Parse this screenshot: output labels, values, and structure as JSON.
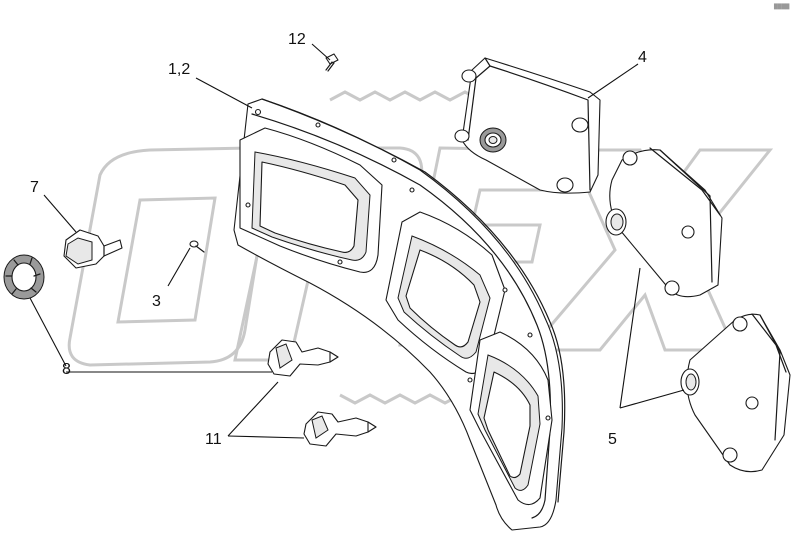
{
  "watermark": {
    "text": "OPEX"
  },
  "corner_mark": "████",
  "callouts": {
    "c12": "12",
    "c12b": "1,2",
    "c4": "4",
    "c7": "7",
    "c3": "3",
    "c8": "8",
    "c11": "11",
    "c5": "5"
  }
}
